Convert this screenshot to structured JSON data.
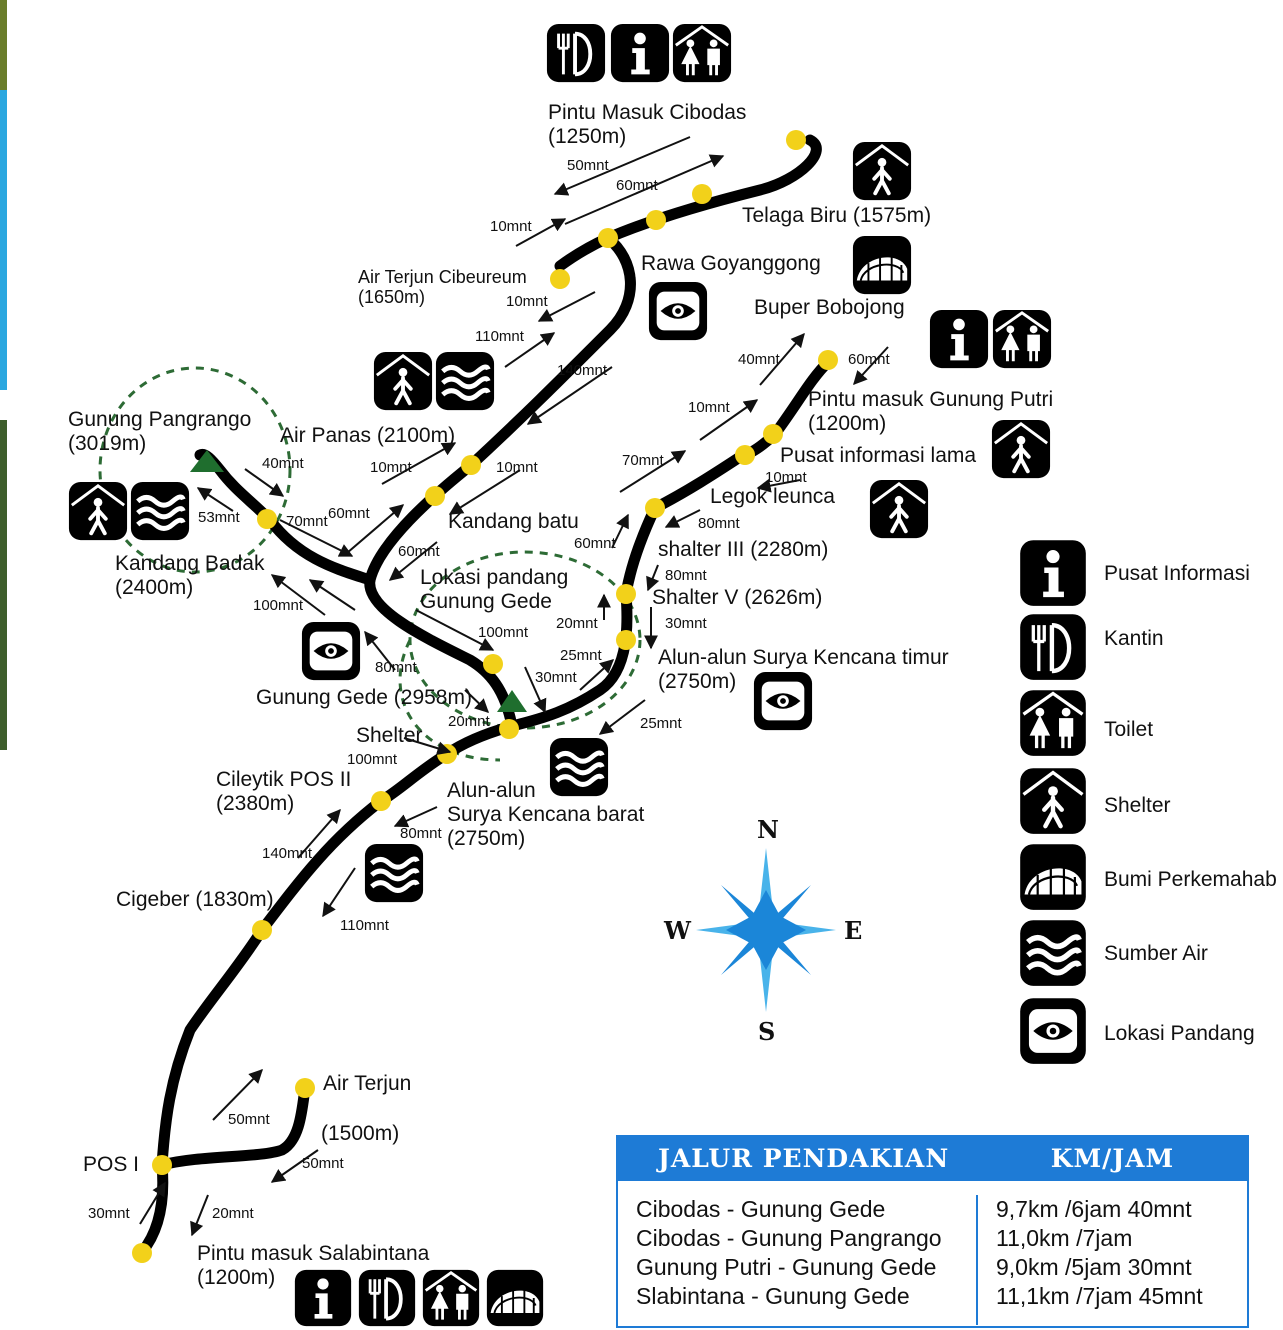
{
  "points": {
    "pintu_cibodas": "Pintu Masuk Cibodas",
    "pintu_cibodas_elev": "(1250m)",
    "telaga_biru": "Telaga Biru (1575m)",
    "rawa": "Rawa Goyanggong",
    "buper": "Buper Bobojong",
    "air_terjun_cibeureum": "Air Terjun Cibeureum",
    "air_terjun_cibeureum_elev": "(1650m)",
    "pintu_putri": "Pintu masuk Gunung Putri",
    "pintu_putri_elev": "(1200m)",
    "pusat_lama": "Pusat informasi lama",
    "legok": "Legok leunca",
    "pangrango": "Gunung Pangrango",
    "pangrango_elev": "(3019m)",
    "air_panas": "Air Panas (2100m)",
    "kandang_batu": "Kandang batu",
    "shalter3": "shalter III (2280m)",
    "kandang_badak": "Kandang Badak",
    "kandang_badak_elev": "(2400m)",
    "lokasi_pandang_1": "Lokasi pandang",
    "lokasi_pandang_2": "Gunung Gede",
    "shalter5": "Shalter V (2626m)",
    "alun_timur": "Alun-alun Surya Kencana timur",
    "alun_timur_elev": "(2750m)",
    "gede": "Gunung Gede (2958m)",
    "shelter": "Shelter",
    "cileytik": "Cileytik POS II",
    "cileytik_elev": "(2380m)",
    "alun_barat_1": "Alun-alun",
    "alun_barat_2": "Surya Kencana barat",
    "alun_barat_elev": "(2750m)",
    "cigeber": "Cigeber (1830m)",
    "air_terjun": "Air Terjun",
    "air_terjun_elev": "(1500m)",
    "pos1": "POS I",
    "salabintana": "Pintu masuk Salabintana",
    "salabintana_elev": "(1200m)"
  },
  "times": {
    "t50_top": "50mnt",
    "t60_top": "60mnt",
    "t10_top": "10mnt",
    "t10_b": "10mnt",
    "t110_b": "110mnt",
    "t140_b": "140mnt",
    "t40_putri": "40mnt",
    "t60_putri": "60mnt",
    "t10_putri": "10mnt",
    "t10_lama": "10mnt",
    "t70_legok": "70mnt",
    "t60_sh3": "60mnt",
    "t80_sh3": "80mnt",
    "t80_sh5": "80mnt",
    "t20_sh5": "20mnt",
    "t30_sh5": "30mnt",
    "t25_alun": "25mnt",
    "t30_gede": "30mnt",
    "t25_low": "25mnt",
    "t40_pang": "40mnt",
    "t53_pang": "53mnt",
    "t70_pang": "70mnt",
    "t60_pang": "60mnt",
    "t10_kb": "10mnt",
    "t10_kb2": "10mnt",
    "t60_kb": "60mnt",
    "t100_lok": "100mnt",
    "t100_kb": "100mnt",
    "t80_gede": "80mnt",
    "t20_gede": "20mnt",
    "t100_sh": "100mnt",
    "t80_alun": "80mnt",
    "t140_cil": "140mnt",
    "t110_cil": "110mnt",
    "t50_air": "50mnt",
    "t50_air2": "50mnt",
    "t30_pos": "30mnt",
    "t20_pos": "20mnt"
  },
  "legend": [
    {
      "icon": "info-icon",
      "label": "Pusat Informasi"
    },
    {
      "icon": "canteen-icon",
      "label": "Kantin"
    },
    {
      "icon": "toilet-icon",
      "label": "Toilet"
    },
    {
      "icon": "shelter-icon",
      "label": "Shelter"
    },
    {
      "icon": "camp-icon",
      "label": "Bumi Perkemahab"
    },
    {
      "icon": "water-icon",
      "label": "Sumber Air"
    },
    {
      "icon": "viewpoint-icon",
      "label": "Lokasi Pandang"
    }
  ],
  "compass": {
    "n": "N",
    "s": "S",
    "e": "E",
    "w": "W"
  },
  "table": {
    "head_route": "JALUR PENDAKIAN",
    "head_speed": "KM/JAM",
    "rows": [
      {
        "route": "Cibodas - Gunung Gede",
        "value": "9,7km /6jam 40mnt"
      },
      {
        "route": "Cibodas - Gunung Pangrango",
        "value": "11,0km /7jam"
      },
      {
        "route": "Gunung Putri - Gunung Gede",
        "value": "9,0km /5jam 30mnt"
      },
      {
        "route": "Slabintana - Gunung Gede",
        "value": "11,1km /7jam 45mnt"
      }
    ]
  },
  "colors": {
    "trail": "#000000",
    "waypoint": "#f2d11a",
    "peak": "#1f6e2e",
    "compass": "#1b86d8",
    "table_head": "#1e7bd6"
  }
}
